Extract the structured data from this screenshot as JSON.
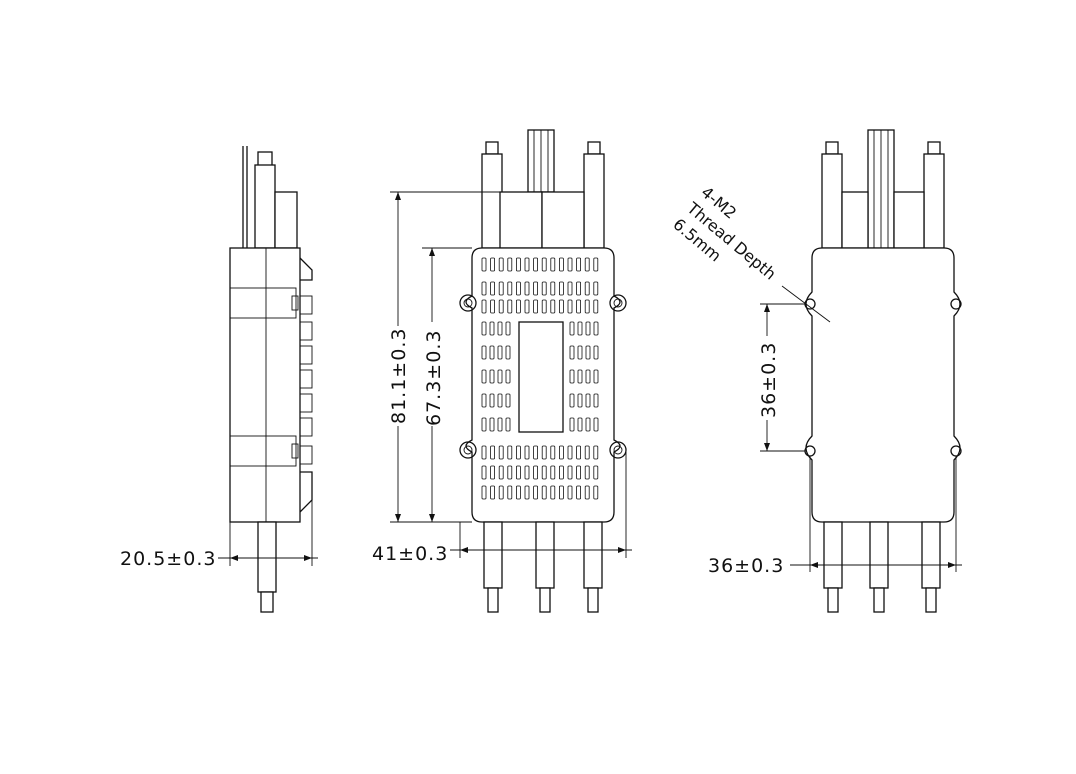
{
  "dimensions": {
    "side_depth": "20.5±0.3",
    "front_total_height": "81.1±0.3",
    "front_body_height": "67.3±0.3",
    "front_width": "41±0.3",
    "back_hole_vertical": "36±0.3",
    "back_hole_horizontal": "36±0.3"
  },
  "thread_note": {
    "line1": "4-M2",
    "line2": "Thread Depth",
    "line3": "6.5mm"
  },
  "colors": {
    "line": "#111111",
    "background": "#ffffff"
  }
}
